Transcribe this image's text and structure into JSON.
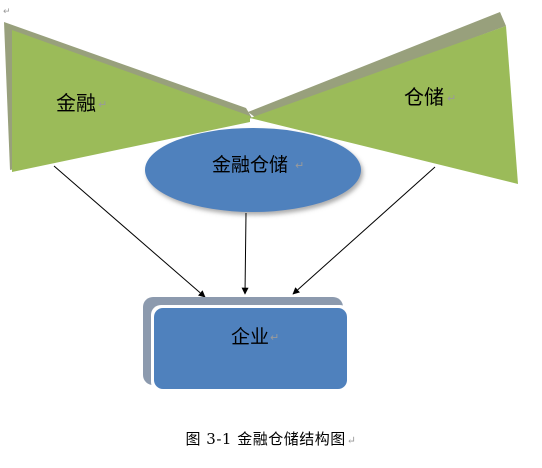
{
  "diagram": {
    "left_wedge_label": "金融",
    "right_wedge_label": "仓储",
    "center_ellipse_label": "金融仓储",
    "target_box_label": "企业",
    "caption": "图 3-1   金融仓储结构图",
    "paragraph_mark": "↵",
    "colors": {
      "wedge_green": "#9BBB59",
      "wedge_shadow": "#98A07C",
      "ellipse_blue": "#4F81BD",
      "box_blue": "#4F81BD",
      "box_shadow": "#8C9AAE",
      "arrow": "#000000"
    }
  }
}
